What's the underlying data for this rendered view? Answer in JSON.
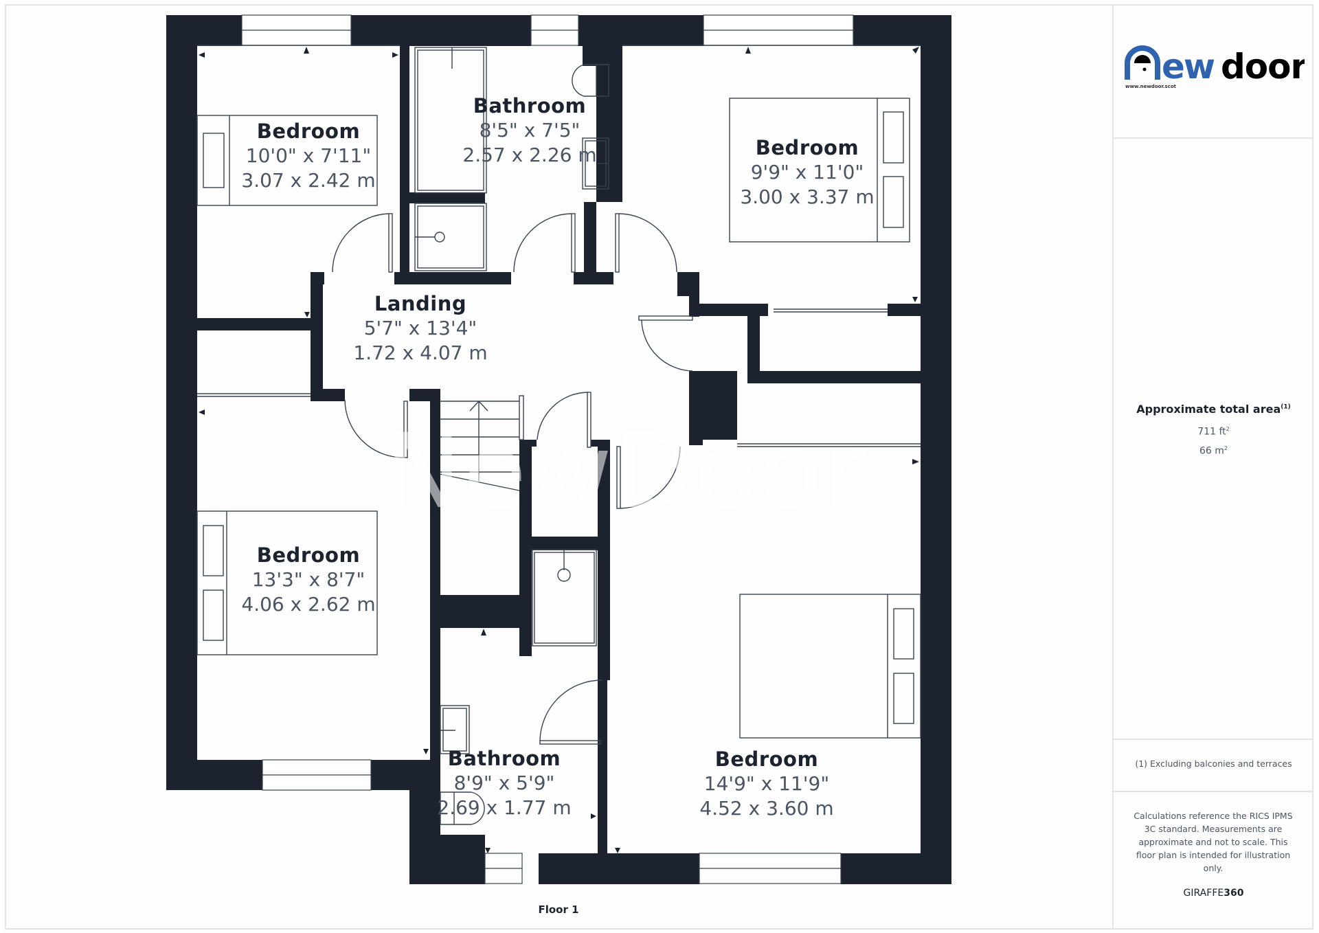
{
  "floor_plan": {
    "floor_label": "Floor 1",
    "watermark": "NewDoor",
    "colors": {
      "wall": "#1c232e",
      "line": "#3a424f",
      "background": "#fdfdfd"
    },
    "rooms": [
      {
        "name": "Bedroom",
        "imperial": "10'0\" x 7'11\"",
        "metric": "3.07 x 2.42 m"
      },
      {
        "name": "Bathroom",
        "imperial": "8'5\" x 7'5\"",
        "metric": "2.57 x 2.26 m"
      },
      {
        "name": "Bedroom",
        "imperial": "9'9\" x 11'0\"",
        "metric": "3.00 x 3.37 m"
      },
      {
        "name": "Landing",
        "imperial": "5'7\" x 13'4\"",
        "metric": "1.72 x 4.07 m"
      },
      {
        "name": "Bedroom",
        "imperial": "13'3\" x 8'7\"",
        "metric": "4.06 x 2.62 m"
      },
      {
        "name": "Bathroom",
        "imperial": "8'9\" x 5'9\"",
        "metric": "2.69 x 1.77 m"
      },
      {
        "name": "Bedroom",
        "imperial": "14'9\" x 11'9\"",
        "metric": "4.52 x 3.60 m"
      }
    ]
  },
  "panel": {
    "logo": {
      "text_new": "New",
      "text_door": "door",
      "url": "www.newdoor.scot",
      "brand_color": "#2f63b0"
    },
    "area": {
      "title": "Approximate total area",
      "title_sup": "(1)",
      "sqft": "711 ft",
      "sqm": "66 m",
      "unit_sup": "2"
    },
    "footnote": "(1) Excluding balconies and terraces",
    "disclaimer": "Calculations reference the RICS IPMS 3C standard. Measurements are approximate and not to scale. This floor plan is intended for illustration only.",
    "brand_prefix": "GIRAFFE",
    "brand_suffix": "360"
  }
}
